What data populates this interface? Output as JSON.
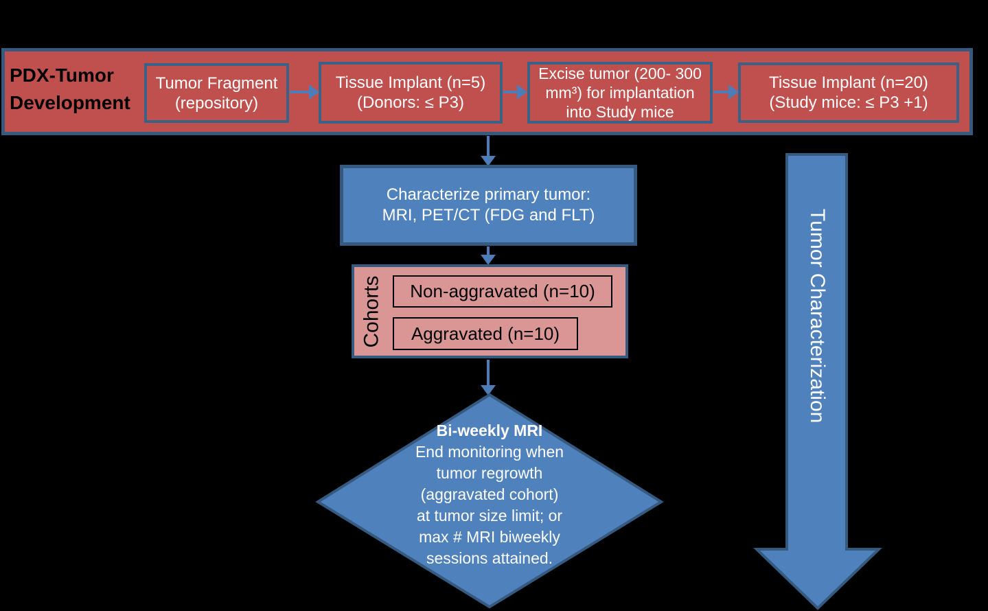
{
  "colors": {
    "background": "#000000",
    "red_fill": "#C0504D",
    "pink_fill": "#D99694",
    "blue_fill": "#4F81BD",
    "border_blue": "#36597F",
    "connector_blue": "#4C7DB8",
    "inner_box_border": "#000000",
    "banner_title_text": "#000000",
    "light_text": "#FFFFFF"
  },
  "banner": {
    "title": "PDX-Tumor\nDevelopment",
    "steps": [
      {
        "label": "Tumor Fragment\n(repository)"
      },
      {
        "label": "Tissue Implant (n=5)\n(Donors: ≤ P3)"
      },
      {
        "label": "Excise tumor (200- 300\nmm³) for implantation\ninto Study mice"
      },
      {
        "label": "Tissue Implant (n=20)\n(Study mice: ≤ P3 +1)"
      }
    ]
  },
  "characterize_box": {
    "label": "Characterize primary tumor:\nMRI, PET/CT (FDG and FLT)"
  },
  "cohorts": {
    "label": "Cohorts",
    "items": [
      {
        "label": "Non-aggravated (n=10)"
      },
      {
        "label": "Aggravated (n=10)"
      }
    ]
  },
  "decision_diamond": {
    "title": "Bi-weekly MRI",
    "body": "End monitoring when\ntumor regrowth\n(aggravated cohort)\nat tumor size limit; or\nmax # MRI biweekly\nsessions attained."
  },
  "side_arrow": {
    "label": "Tumor Characterization"
  }
}
